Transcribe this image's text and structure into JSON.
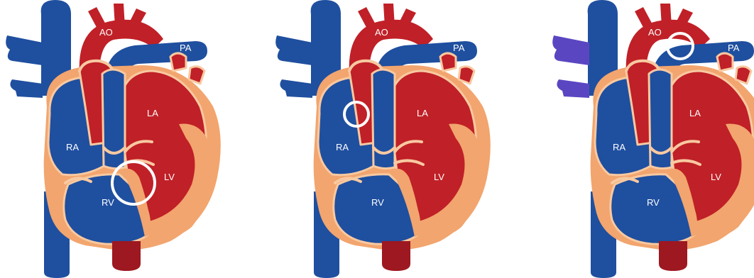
{
  "colors": {
    "oxygenated_blood": "#c02027",
    "oxygenated_blood_dark": "#9d1820",
    "deoxygenated_blood": "#1f4f9f",
    "deoxygenated_blood_dark": "#16397a",
    "heart_wall": "#f2a56e",
    "heart_wall_light": "#f8c9a1",
    "highlight_ring": "#ffffff",
    "systemic_vein_tint": "#5b46c2"
  },
  "panels": [
    {
      "labels": {
        "ao": "AO",
        "pa": "PA",
        "la": "LA",
        "ra": "RA",
        "lv": "LV",
        "rv": "RV"
      },
      "highlight": "ventricular-septum",
      "tinted_veins": false
    },
    {
      "labels": {
        "ao": "AO",
        "pa": "PA",
        "la": "LA",
        "ra": "RA",
        "lv": "LV",
        "rv": "RV"
      },
      "highlight": "atrial-septum",
      "tinted_veins": false
    },
    {
      "labels": {
        "ao": "AO",
        "pa": "PA",
        "la": "LA",
        "ra": "RA",
        "lv": "LV",
        "rv": "RV"
      },
      "highlight": "ductus-arteriosus",
      "tinted_veins": true
    }
  ]
}
